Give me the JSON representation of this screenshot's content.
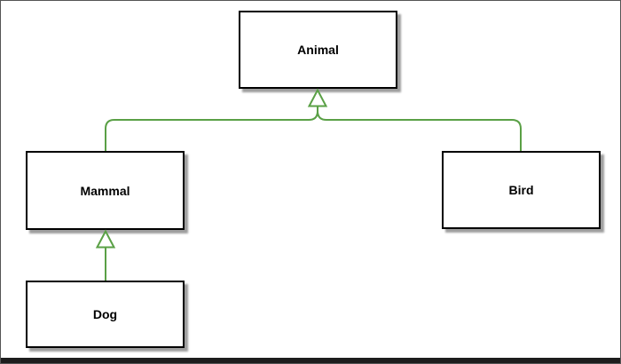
{
  "window": {
    "background": "#ffffff",
    "frame_border_color": "#555555",
    "bottom_bar_color": "#1d1d1d"
  },
  "diagram": {
    "type": "uml-class-inheritance",
    "connector_color": "#5aa046",
    "node_fill": "#ffffff",
    "node_border_color": "#000000",
    "node_shadow_color": "#9e9e9e",
    "arrowhead_fill": "#ffffff",
    "nodes": [
      {
        "id": "animal",
        "label": "Animal"
      },
      {
        "id": "mammal",
        "label": "Mammal"
      },
      {
        "id": "bird",
        "label": "Bird"
      },
      {
        "id": "dog",
        "label": "Dog"
      }
    ],
    "edges": [
      {
        "from": "Mammal",
        "to": "Animal",
        "type": "generalization"
      },
      {
        "from": "Bird",
        "to": "Animal",
        "type": "generalization"
      },
      {
        "from": "Dog",
        "to": "Mammal",
        "type": "generalization"
      }
    ]
  }
}
